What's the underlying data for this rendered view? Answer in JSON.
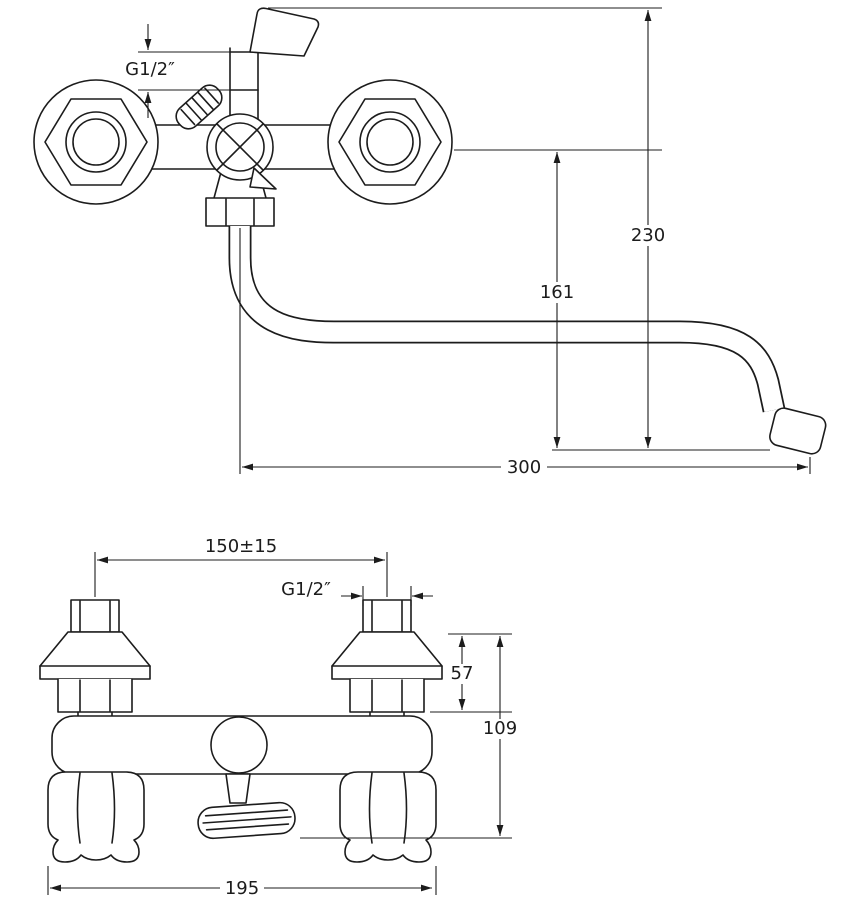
{
  "colors": {
    "background": "#ffffff",
    "line": "#1c1c1c"
  },
  "front_view": {
    "thread_size": "G1/2″",
    "dim_spout_drop": "161",
    "dim_overall_height": "230",
    "dim_spout_reach": "300"
  },
  "installation_view": {
    "dim_center_distance": "150±15",
    "thread_size": "G1/2″",
    "dim_flange_height": "57",
    "dim_body_height": "109",
    "dim_overall_width": "195"
  }
}
